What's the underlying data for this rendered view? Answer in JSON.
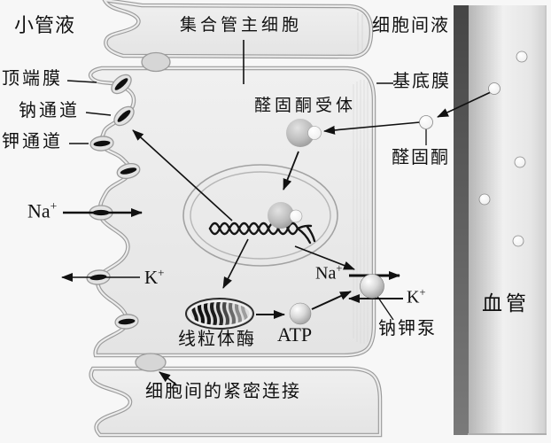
{
  "labels": {
    "tubular_fluid": "小管液",
    "principal_cell": "集合管主细胞",
    "intercellular_fluid": "细胞间液",
    "apical_membrane": "顶端膜",
    "sodium_channel": "钠通道",
    "potassium_channel": "钾通道",
    "aldosterone_receptor": "醛固酮受体",
    "basal_membrane": "基底膜",
    "aldosterone": "醛固酮",
    "mitochondrial_enzyme": "线粒体酶",
    "atp": "ATP",
    "sodium_potassium_pump": "钠钾泵",
    "blood_vessel": "血管",
    "tight_junction": "细胞间的紧密连接",
    "na": "Na",
    "k": "K",
    "plus": "+"
  },
  "colors": {
    "text": "#111111",
    "arrow": "#111111",
    "membrane": "#9b9b9b",
    "cell_fill": "#ececec",
    "channel_dark": "#0f0f0f",
    "vessel_wall": "#4f4f4f",
    "vessel_lumen": "#ededed"
  }
}
